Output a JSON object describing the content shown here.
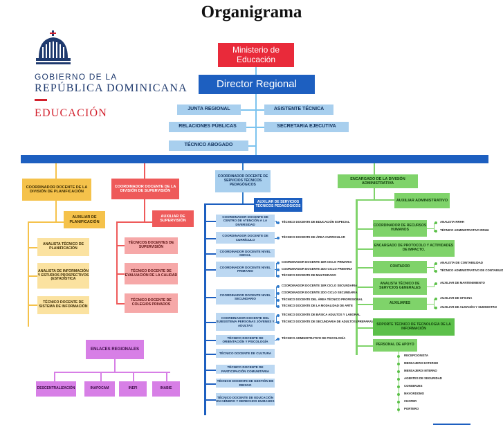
{
  "title": "Organigrama",
  "logo": {
    "line1": "GOBIERNO DE LA",
    "line2": "REPÚBLICA DOMINICANA",
    "line3": "EDUCACIÓN"
  },
  "top": {
    "ministerio": "Ministerio de Educación",
    "director": "Director Regional",
    "junta": "JUNTA REGIONAL",
    "asistente": "ASISTENTE TÉCNICA",
    "relaciones": "RELACIONES PÚBLICAS",
    "secretaria": "SECRETARIA EJECUTIVA",
    "tecnico_abogado": "TÉCNICO ABOGADO"
  },
  "planificacion": {
    "head": "COORDINADOR DOCENTE DE LA DIVISIÓN DE PLANIFICACIÓN",
    "auxiliar": "AUXILIAR DE PLANIFICACIÓN",
    "items": [
      "ANALISTA TÉCNICO DE PLANIFICACIÓN",
      "ANALISTA DE INFORMACIÓN Y ESTUDIOS PROSPECTIVOS (ESTADÍSTICA",
      "TÉCNICO DOCENTE DE SISTEMA DE INFORMACIÓN"
    ]
  },
  "supervision": {
    "head": "COORDINADOR DOCENTE DE LA DIVISIÓN DE SUPERVISIÓN",
    "auxiliar": "AUXILIAR DE SUPERVISIÓN",
    "items": [
      "TÉCNICOS DOCENTES DE SUPERVISIÓN",
      "TÉCNICO DOCENTE DE EVALUACIÓN DE LA CALIDAD",
      "TÉCNICO DOCENTE DE COLEGIOS PRIVADOS"
    ]
  },
  "enlaces": {
    "head": "ENLACES REGIONALES",
    "items": [
      "DESCENTRALIZACIÓN",
      "INAFOCAM",
      "INEFI",
      "INABIE"
    ]
  },
  "servicios": {
    "head": "COORDINADOR DOCENTE DE SERVICIOS TÉCNICOS PEDAGÓGICOS",
    "auxiliar": "AUXILIAR DE SERVICIOS TÉCNICOS PEDAGÓGICOS",
    "items": [
      "COORDINADOR DOCENTE DE CENTRO DE ATENCIÓN A LA DIVERSIDAD",
      "COORDINADOR DOCENTE DE CURRÍCULO",
      "COORDINADOR DOCENTE NIVEL INICIAL",
      "COORDINADOR DOCENTE NIVEL PRIMARIO",
      "COORDINADOR DOCENTE NIVEL SECUNDARIO",
      "COORDINADOR DOCENTE DEL SUBSISTEMA PERSONAS JÓVENES Y ADULTAS",
      "TÉCNICO DOCENTE DE ORIENTACIÓN Y PSICOLOGÍA",
      "TÉCNICO DOCENTE DE CULTURA",
      "TÉCNICO DOCENTE DE PARTICIPACIÓN COMUNITARIA",
      "TÉCNICO DOCENTE DE GESTIÓN DE RIESGO",
      "TÉCNICO DOCENTE DE EDUCACIÓN EN GÉNERO Y DERECHOS HUMANOS"
    ],
    "subs": [
      "TÉCNICO DOCENTE DE EDUCACIÓN ESPECIAL",
      "TÉCNICO DOCENTE DE ÁREA CURRICULAR",
      "COORDINADOR DOCENTE 1ER CICLO PRIMARIA",
      "COORDINADOR DOCENTE 2DO CICLO PRIMARIA",
      "TÉCNICO DOCENTE DE MULTIGRADO",
      "COORDINADOR DOCENTE 1ER CICLO SECUNDARIA",
      "COORDINADOR DOCENTE 2DO CICLO SECUNDARIA",
      "TÉCNICO DOCENTE DEL ÁREA TÉCNICO PROFESIONAL",
      "TÉCNICO DOCENTE DE LA MODALIDAD DE ARTE",
      "TÉCNICO DOCENTE DE BÁSICA ADULTOS Y LABORAL",
      "TÉCNICO DOCENTE DE SECUNDARIA DE ADULTOS (PREPARA)",
      "TÉCNICO ADMINISTRATIVO DE PSICOLOGÍA"
    ]
  },
  "administrativa": {
    "head": "ENCARGADO DE LA DIVISIÓN ADMINISTRATIVA",
    "auxiliar": "AUXILIAR ADMINISTRATIVO",
    "items": [
      "COORDINADOR DE RECURSOS HUMANOS",
      "ENCARGADO DE PROTOCOLO Y ACTIVIDADES DE IMPACTO.",
      "CONTADOR",
      "ANALISTA TÉCNICO DE SERVICIOS GENERALES",
      "AUXILIARES",
      "SOPORTE TÉCNICO DE TECNOLOGÍA DE LA INFORMACIÓN",
      "PERSONAL DE APOYO"
    ],
    "subs": [
      "ANALISTA RRHH",
      "TÉCNICO ADMINISTRATIVO RRHH",
      "ANALISTA DE CONTABILIDAD",
      "TÉCNICO ADMINISTRATIVO DE CONTABILIDAD",
      "AUXILIAR DE MANTENIMIENTO",
      "AUXILIAR DE OFICINA",
      "AUXILIAR DE ALMACÉN Y SUMINISTRO"
    ],
    "apoyo": [
      "RECEPCIONISTA",
      "MENSAJERO EXTERNO",
      "MENSAJERO INTERNO",
      "AGENTES DE SEGURIDAD",
      "CONSERJES",
      "MAYORDOMO",
      "CHOFER",
      "PORTERO"
    ]
  }
}
